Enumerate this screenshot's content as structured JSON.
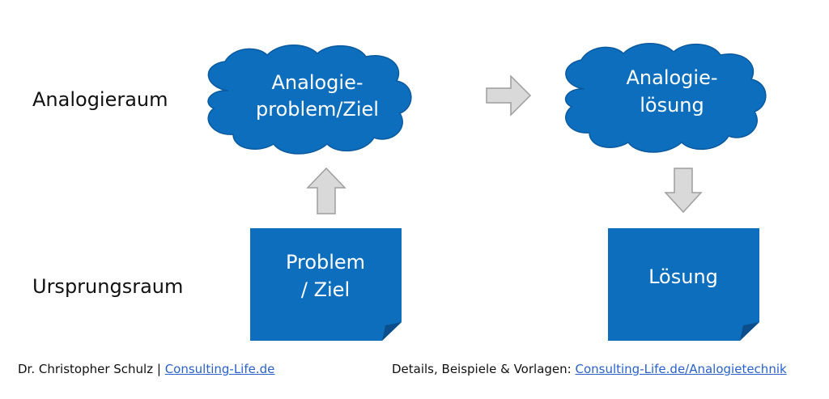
{
  "labels": {
    "analogy_space": "Analogieraum",
    "origin_space": "Ursprungsraum"
  },
  "nodes": {
    "analogy_problem": {
      "line1": "Analogie-",
      "line2": "problem/Ziel"
    },
    "analogy_solution": {
      "line1": "Analogie-",
      "line2": "lösung"
    },
    "problem": {
      "line1": "Problem",
      "line2": "/ Ziel"
    },
    "solution": {
      "line1": "Lösung"
    }
  },
  "footer": {
    "author": "Dr. Christopher Schulz |",
    "author_link": "Consulting-Life.de",
    "details_label": "Details, Beispiele & Vorlagen:",
    "details_link": "Consulting-Life.de/Analogietechnik"
  },
  "colors": {
    "node_fill": "#0d6ebd",
    "node_stroke": "#0a5aa0",
    "arrow_fill": "#d9d9d9",
    "arrow_stroke": "#9e9e9e",
    "link": "#2a62c9"
  },
  "icons": {
    "cloud": "cloud-shape",
    "note": "folded-note-shape",
    "arrow": "block-arrow"
  }
}
